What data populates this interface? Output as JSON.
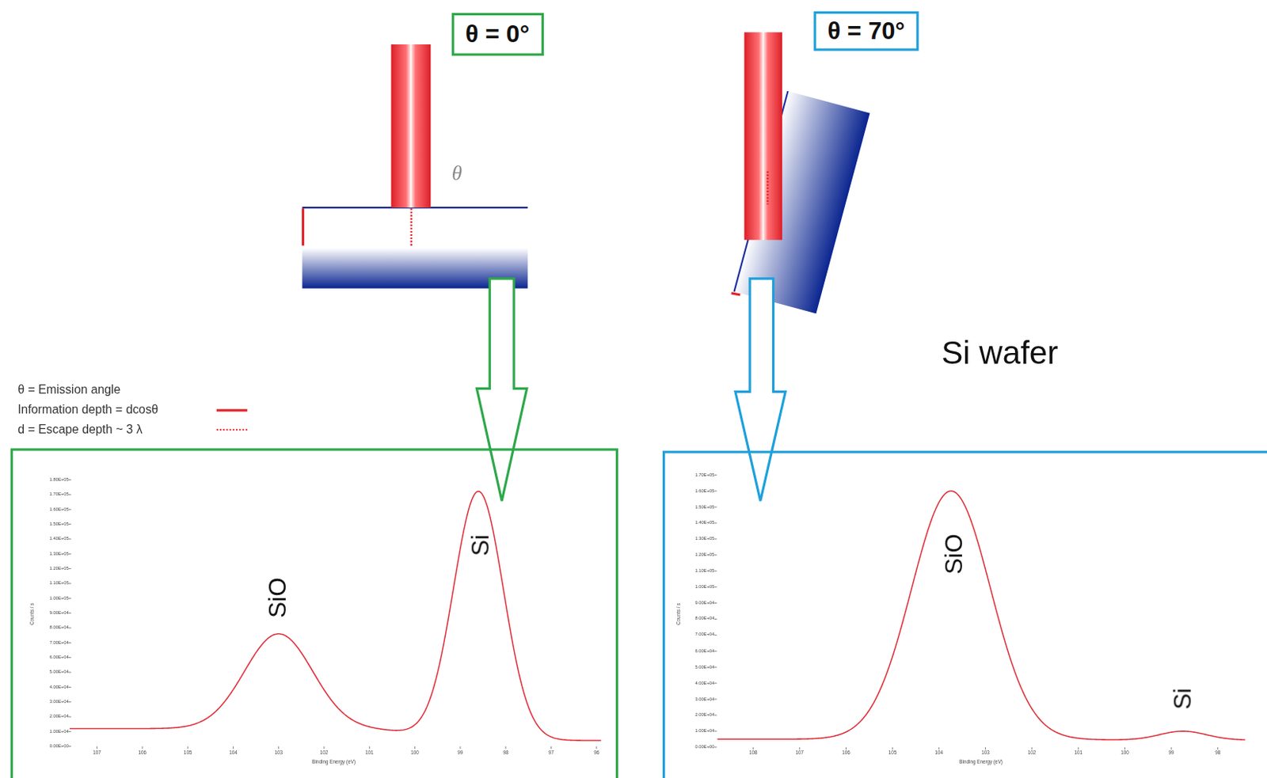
{
  "diagram": {
    "nodes": [
      {
        "text": [
          "θ = 0°"
        ]
      },
      {
        "text": [
          "θ = 70°"
        ]
      },
      {
        "text": [
          "SiO",
          "Si"
        ]
      },
      {
        "text": [
          "SiO",
          "Si"
        ]
      }
    ],
    "labels": [
      "θ",
      "Si wafer",
      "Binding Energy (eV)",
      "Counts / s",
      "Binding Energy (eV)",
      "Counts / s",
      "107",
      "106",
      "105",
      "104",
      "103",
      "102",
      "101",
      "100",
      "99",
      "98",
      "97",
      "96",
      "0.00E+00",
      "1.00E+04",
      "2.00E+04",
      "3.00E+04",
      "4.00E+04",
      "5.00E+04",
      "6.00E+04",
      "7.00E+04",
      "8.00E+04",
      "9.00E+04",
      "1.00E+05",
      "1.10E+05",
      "1.20E+05",
      "1.30E+05",
      "1.40E+05",
      "1.50E+05",
      "1.60E+05",
      "1.70E+05",
      "1.80E+05",
      "108",
      "107",
      "106",
      "105",
      "104",
      "103",
      "102",
      "101",
      "100",
      "99",
      "98",
      "0.00E+00",
      "1.00E+04",
      "2.00E+04",
      "3.00E+04",
      "4.00E+04",
      "5.00E+04",
      "6.00E+04",
      "7.00E+04",
      "8.00E+04",
      "9.00E+04",
      "1.00E+05",
      "1.10E+05",
      "1.20E+05",
      "1.30E+05",
      "1.40E+05",
      "1.50E+05",
      "1.60E+05",
      "1.70E+05"
    ],
    "legend": [
      {
        "text": "θ = Emission angle"
      },
      {
        "text": "Information depth = dcosθ"
      },
      {
        "text": "d = Escape depth ~ 3 λ"
      }
    ]
  }
}
